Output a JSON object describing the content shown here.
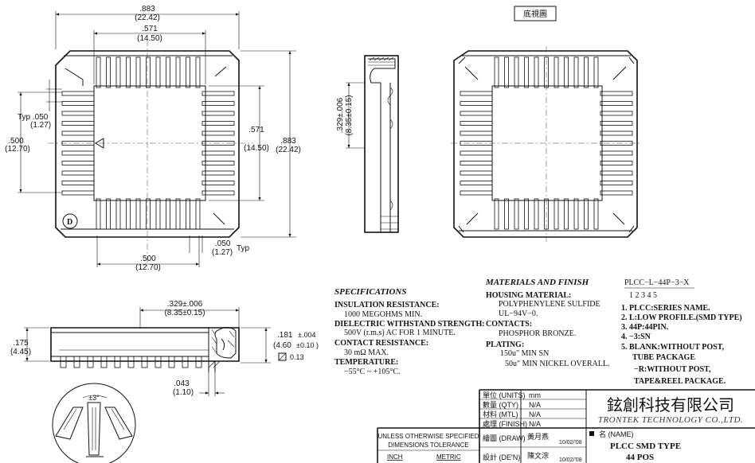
{
  "top_view": {
    "dim_outer_width": ".883",
    "dim_outer_width_mm": "(22.42)",
    "dim_inner_width": ".571",
    "dim_inner_width_mm": "(14.50)",
    "dim_pitch_label": "Typ .050",
    "dim_pitch_mm": "(1.27)",
    "dim_span_left": ".500",
    "dim_span_left_mm": "(12.70)",
    "dim_inner_height": ".571",
    "dim_inner_height_mm": "(14.50)",
    "dim_outer_height": ".883",
    "dim_outer_height_mm": "(22.42)",
    "dim_pitch_bottom": ".050",
    "dim_pitch_bottom_mm": "(1.27)",
    "dim_pitch_bottom_typ": "Typ",
    "dim_span_bottom": ".500",
    "dim_span_bottom_mm": "(12.70)",
    "corner_mark": "D"
  },
  "side_view": {
    "dim_height": ".329±.006",
    "dim_height_mm": "(8.35±0.15)"
  },
  "bottom_view": {
    "title": "底視圖"
  },
  "profile_view": {
    "dim_width": ".329±.006",
    "dim_width_mm": "(8.35±0.15)",
    "dim_left_height": ".175",
    "dim_left_height_mm": "(4.45)",
    "dim_right_height": ".181",
    "dim_right_tol": "±.004",
    "dim_right_height_mm": "(4.60",
    "dim_right_tol_mm": "±0.10 )",
    "flatness": "0.13",
    "dim_lead": ".043",
    "dim_lead_mm": "(1.10)"
  },
  "detail_view": {
    "angle": "±3°"
  },
  "specifications": {
    "heading": "SPECIFICATIONS",
    "lines": [
      "INSULATION  RESISTANCE:",
      "1000  MEGOHMS  MIN.",
      "DIELECTRIC WITHSTAND STRENGTH:",
      "500V (r.m.s) AC FOR 1 MINUTE.",
      "CONTACT RESISTANCE:",
      "30 mΩ  MAX.",
      "TEMPERATURE:",
      "−55°C  ~  +105°C."
    ]
  },
  "materials": {
    "heading": "MATERIALS  AND  FINISH",
    "lines": [
      "HOUSING  MATERIAL:",
      "POLYPHENYLENE  SULFIDE",
      "UL−94V−0.",
      "CONTACTS:",
      "PHOSPHOR  BRONZE.",
      "PLATING:",
      "150u\"  MIN SN",
      "50u\"  MIN  NICKEL  OVERALL."
    ]
  },
  "part_number": {
    "code": "PLCC−L−44P−3−X",
    "index": "1    2   3   4 5",
    "notes": [
      "1.  PLCC:SERIES  NAME.",
      "2.  L:LOW  PROFILE.(SMD  TYPE)",
      "3.  44P:44PIN.",
      "4.  −3:SN",
      "5.  BLANK:WITHOUT  POST,",
      "TUBE  PACKAGE",
      "−R:WITHOUT  POST,",
      "TAPE&REEL  PACKAGE."
    ]
  },
  "title_block": {
    "rows": [
      {
        "label": "單位 (UNITS)",
        "value": "mm",
        "date": ""
      },
      {
        "label": "數量 (QTY)",
        "value": "N/A",
        "date": ""
      },
      {
        "label": "材料 (MTL)",
        "value": "N/A",
        "date": ""
      },
      {
        "label": "處理 (FINISH)",
        "value": "N/A",
        "date": ""
      },
      {
        "label": "繪圖 (DRAW)",
        "value": "黃月燕",
        "date": "10/02/'08"
      },
      {
        "label": "設計 (DE'N)",
        "value": "陳文淙",
        "date": "10/02/'08"
      }
    ],
    "tolerance_line1": "UNLESS  OTHERWISE  SPECIFIED",
    "tolerance_line2": "DIMENSIONS  TOLERANCE",
    "col_inch": "INCH",
    "col_metric": "METRIC",
    "company_cn": "鉉創科技有限公司",
    "company_en": "TRONTEK  TECHNOLOGY  CO.,LTD.",
    "name_label": "名  (NAME)",
    "name_line1": "PLCC  SMD  TYPE",
    "name_line2": "44  POS"
  }
}
